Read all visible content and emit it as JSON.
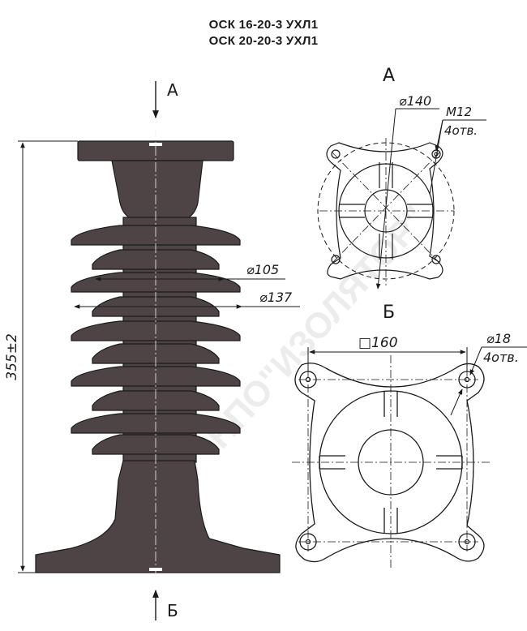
{
  "titles": [
    "ОСК 16-20-3 УХЛ1",
    "ОСК 20-20-3 УХЛ1"
  ],
  "watermark": "ЗАО \"НПО\"ИЗОЛЯТОР\"",
  "views": {
    "section_top": "А",
    "section_bottom": "Б",
    "top_view_label": "А",
    "top_view_bottom_label": "Б"
  },
  "dimensions": {
    "height": "355±2",
    "shed_small": "⌀105",
    "shed_large": "⌀137",
    "top_pcd": "⌀140",
    "top_thread": "M12",
    "top_holes": "4отв.",
    "base_square": "□160",
    "base_hole": "⌀18",
    "base_holes": "4отв."
  },
  "colors": {
    "body_fill": "#4e4446",
    "line": "#1a1a1a"
  }
}
